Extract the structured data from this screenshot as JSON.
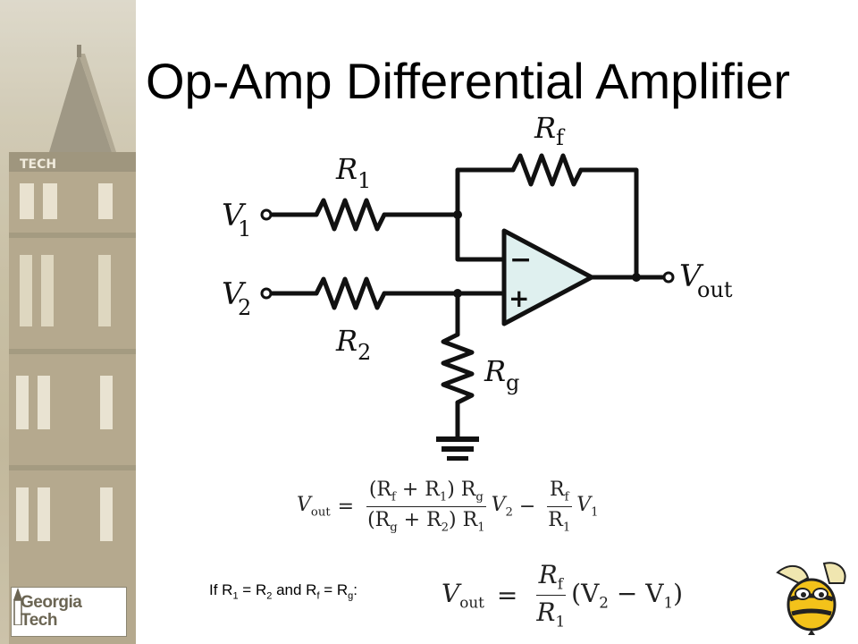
{
  "slide": {
    "title": "Op-Amp Differential Amplifier"
  },
  "sidebar": {
    "logo_line1": "Georgia",
    "logo_line2": "Tech",
    "tower_sign": "TECH"
  },
  "circuit": {
    "labels": {
      "r1": "R",
      "r1_sub": "1",
      "r2": "R",
      "r2_sub": "2",
      "rf": "R",
      "rf_sub": "f",
      "rg": "R",
      "rg_sub": "g",
      "v1": "V",
      "v1_sub": "1",
      "v2": "V",
      "v2_sub": "2",
      "vout": "V",
      "vout_sub": "out",
      "minus": "−",
      "plus": "+"
    },
    "colors": {
      "opamp_fill": "#dff0ef",
      "wire": "#111111"
    }
  },
  "equation_main": {
    "lhs": "V",
    "lhs_sub": "out",
    "eq": "=",
    "f1_num": "(R",
    "f1_num_s1": "f",
    "f1_num_mid": " + R",
    "f1_num_s2": "1",
    "f1_num_end": ") R",
    "f1_num_s3": "g",
    "f1_den": "(R",
    "f1_den_s1": "g",
    "f1_den_mid": " + R",
    "f1_den_s2": "2",
    "f1_den_end": ") R",
    "f1_den_s3": "1",
    "v2": "V",
    "v2_sub": "2",
    "minus": " − ",
    "f2_num": "R",
    "f2_num_sub": "f",
    "f2_den": "R",
    "f2_den_sub": "1",
    "v1": "V",
    "v1_sub": "1"
  },
  "condition": {
    "prefix": "If R",
    "s1": "1",
    "mid1": " = R",
    "s2": "2",
    "mid2": " and R",
    "s3": "f",
    "mid3": " = R",
    "s4": "g",
    "suffix": ":"
  },
  "equation_simple": {
    "lhs": "V",
    "lhs_sub": "out",
    "eq": "=",
    "num": "R",
    "num_sub": "f",
    "den": "R",
    "den_sub": "1",
    "paren_open": "(V",
    "p_sub1": "2",
    "p_mid": " − V",
    "p_sub2": "1",
    "paren_close": ")"
  }
}
